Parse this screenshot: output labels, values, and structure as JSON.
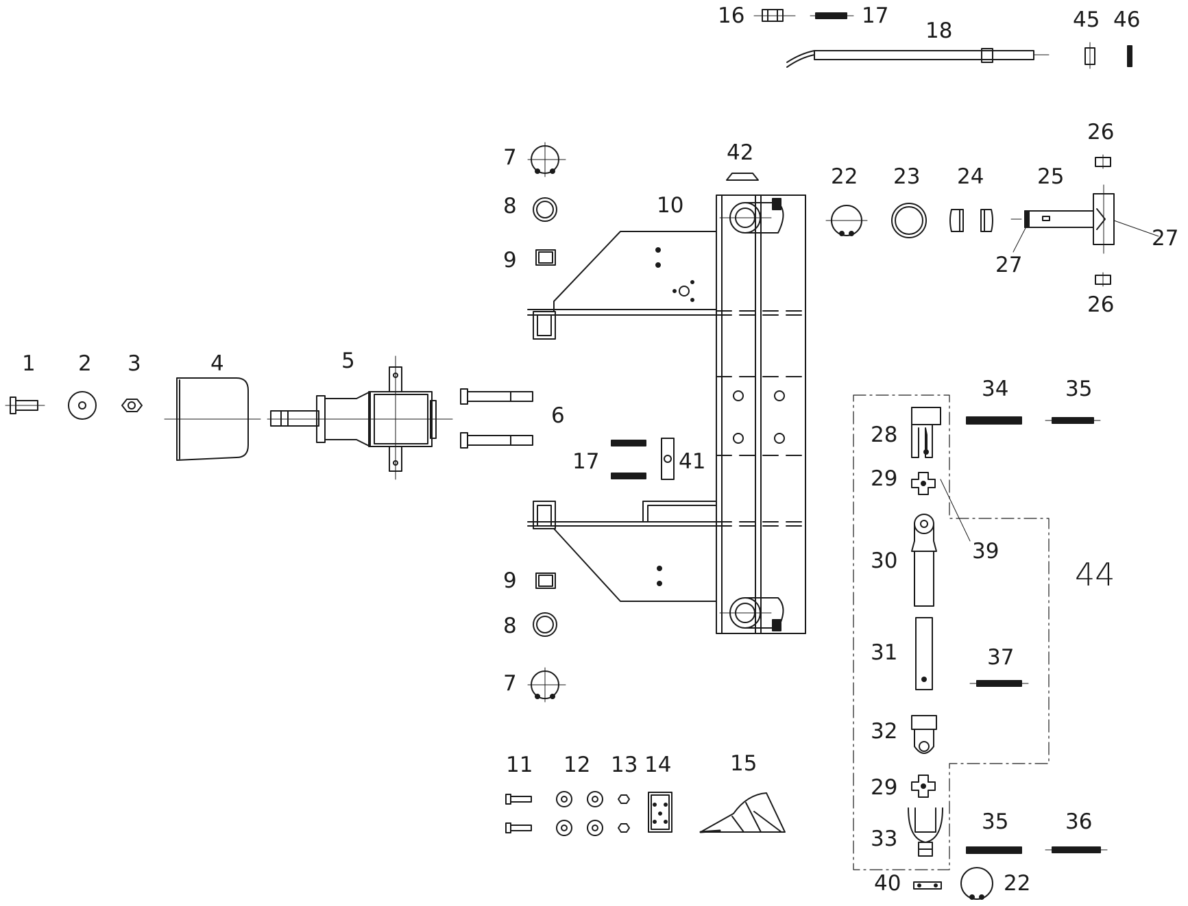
{
  "labels": {
    "p1": "1",
    "p2": "2",
    "p3": "3",
    "p4": "4",
    "p5": "5",
    "p6": "6",
    "p7": "7",
    "p8": "8",
    "p9": "9",
    "p10": "10",
    "p11": "11",
    "p12": "12",
    "p13": "13",
    "p14": "14",
    "p15": "15",
    "p16": "16",
    "p17": "17",
    "p18": "18",
    "p22": "22",
    "p23": "23",
    "p24": "24",
    "p25": "25",
    "p26": "26",
    "p27": "27",
    "p28": "28",
    "p29": "29",
    "p30": "30",
    "p31": "31",
    "p32": "32",
    "p33": "33",
    "p34": "34",
    "p35": "35",
    "p36": "36",
    "p37": "37",
    "p39": "39",
    "p40": "40",
    "p41": "41",
    "p42": "42",
    "p44": "44",
    "p45": "45",
    "p46": "46"
  },
  "colors": {
    "ink": "#1a1a1a",
    "background": "#ffffff"
  }
}
